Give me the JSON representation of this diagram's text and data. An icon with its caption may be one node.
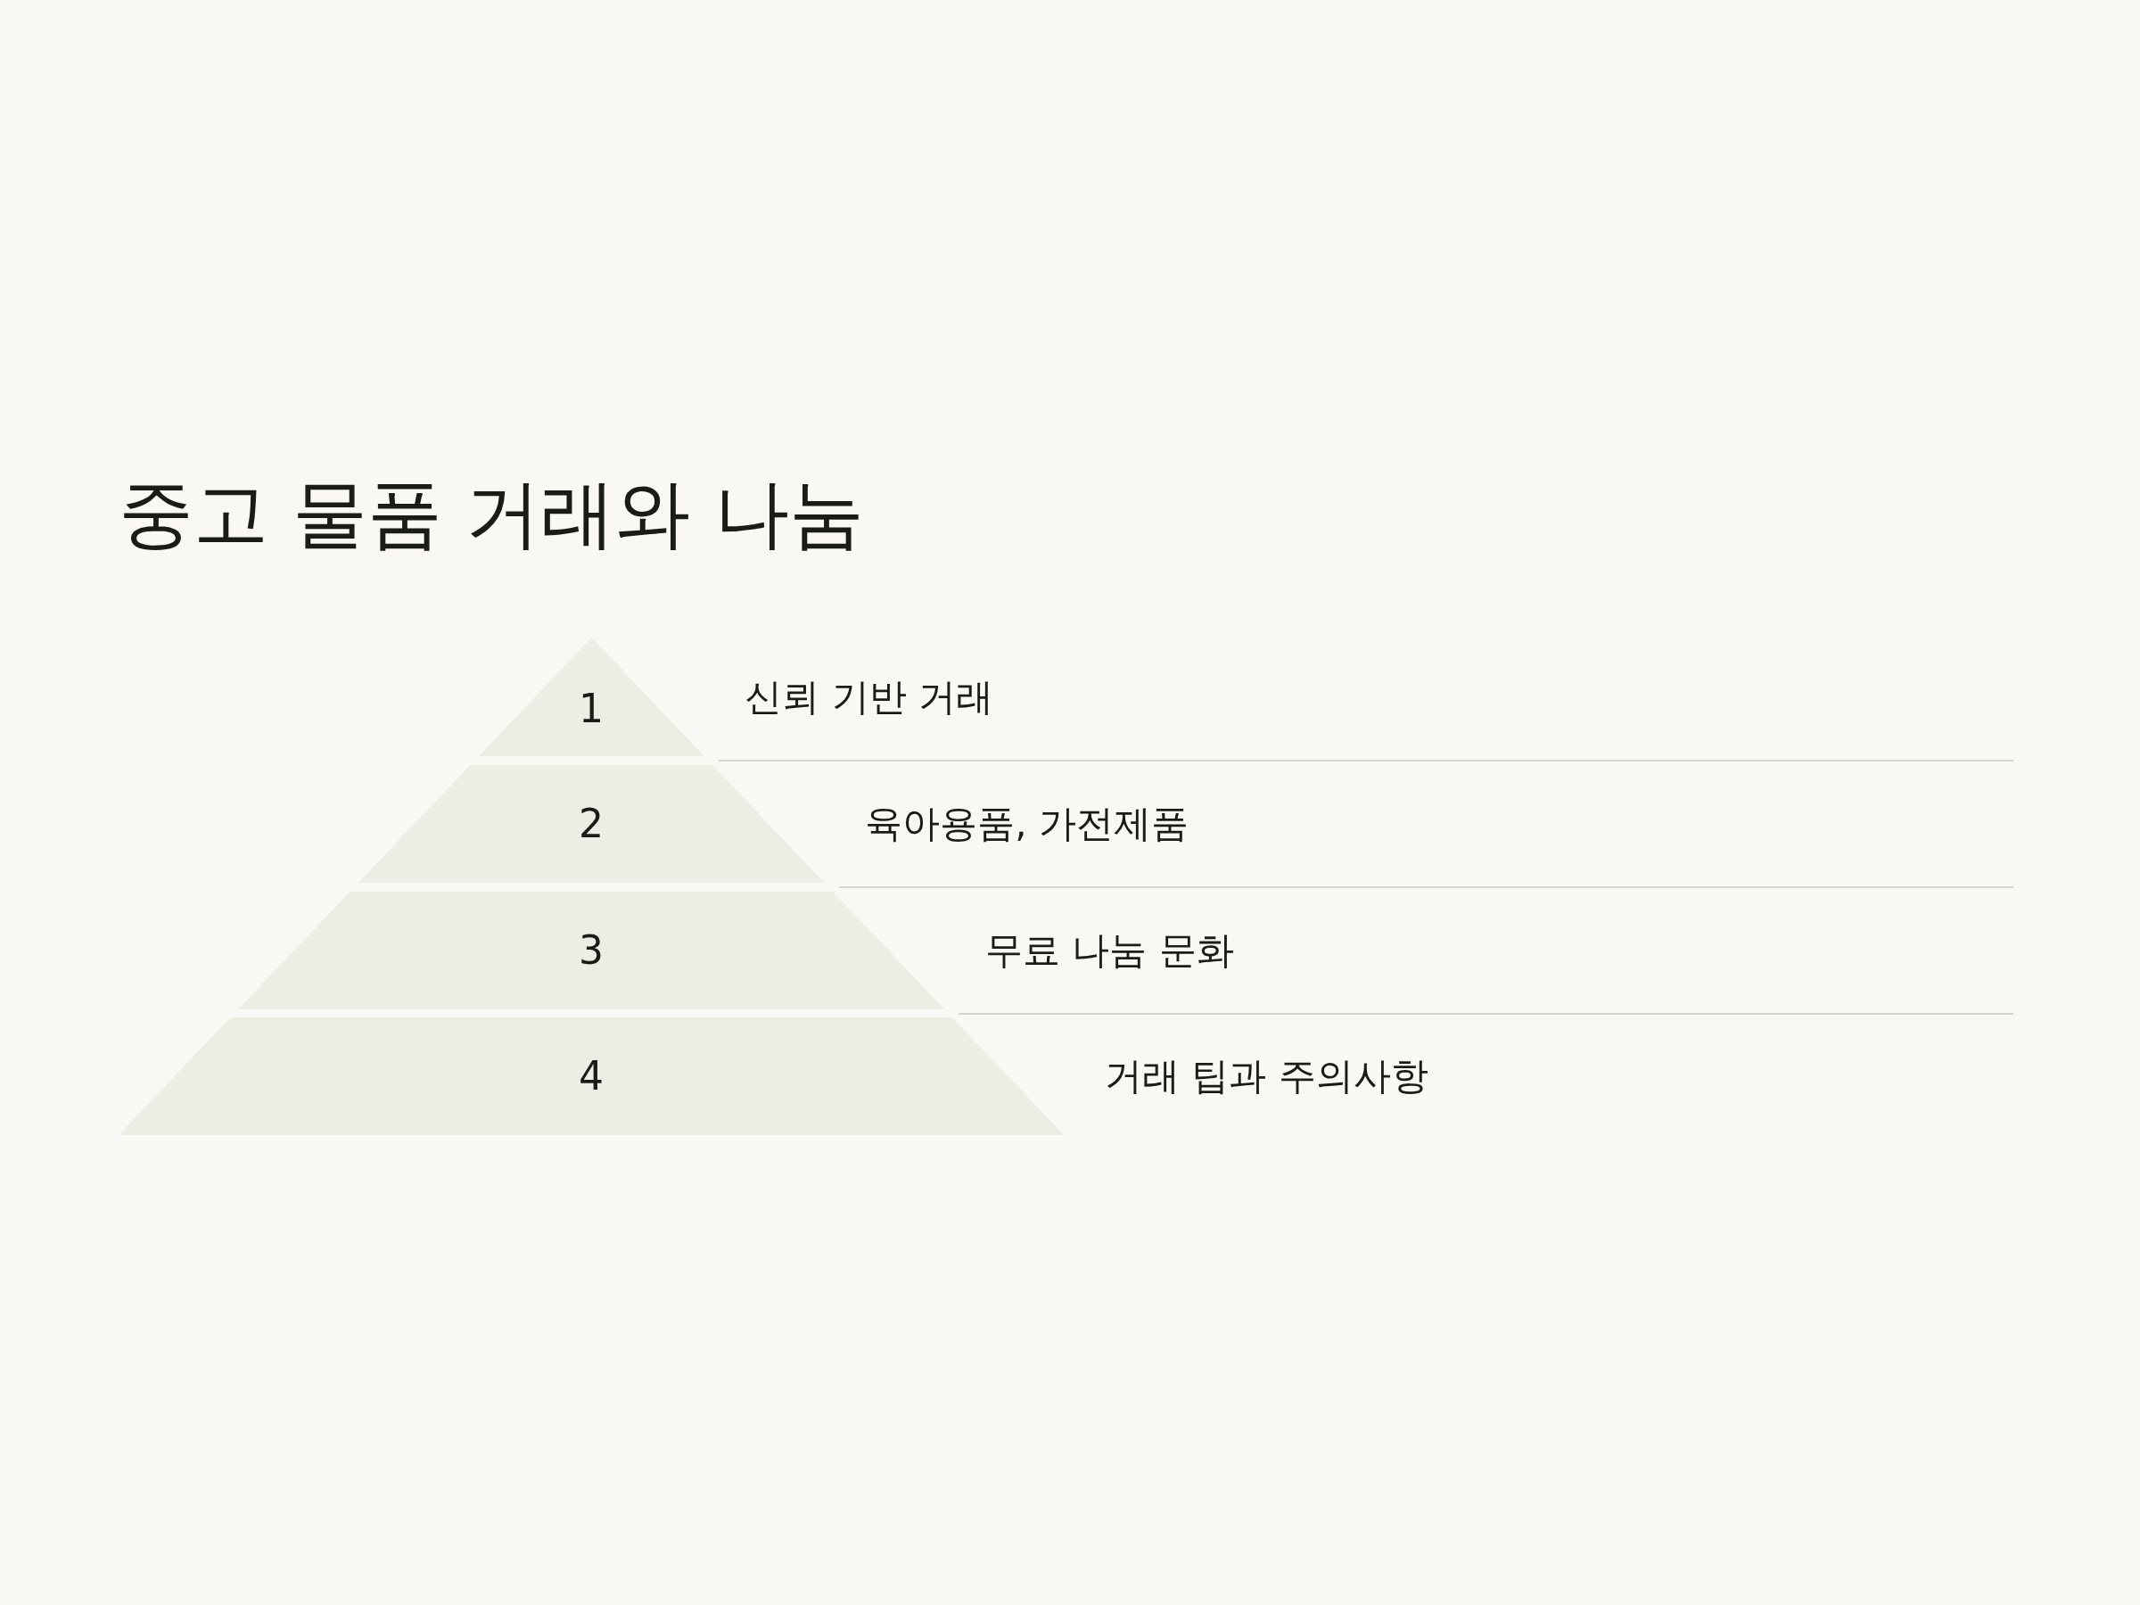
{
  "diagram": {
    "title": "중고 물품 거래와 나눔",
    "nodes": [
      {
        "text": [
          "1"
        ],
        "beside": [
          "신뢰 기반 거래"
        ]
      },
      {
        "text": [
          "2"
        ],
        "beside": [
          "육아용품, 가전제품"
        ]
      },
      {
        "text": [
          "3"
        ],
        "beside": [
          "무료 나눔 문화"
        ]
      },
      {
        "text": [
          "4"
        ],
        "beside": [
          "거래 팁과 주의사항"
        ]
      }
    ]
  }
}
